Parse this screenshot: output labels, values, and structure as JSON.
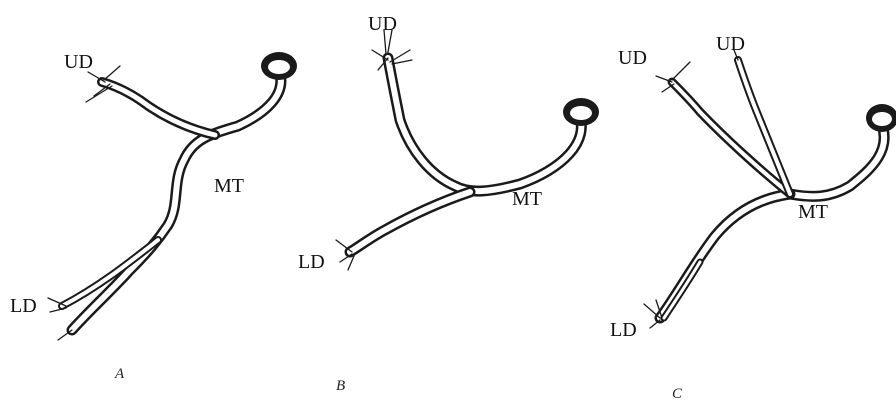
{
  "figure": {
    "panels": [
      {
        "caption": "A",
        "labels": {
          "upper": "UD",
          "main": "MT",
          "lower": "LD"
        }
      },
      {
        "caption": "B",
        "labels": {
          "upper": "UD",
          "main": "MT",
          "lower": "LD"
        }
      },
      {
        "caption": "C",
        "labels": {
          "upper_left": "UD",
          "upper_right": "UD",
          "main": "MT",
          "lower": "LD"
        }
      }
    ]
  }
}
